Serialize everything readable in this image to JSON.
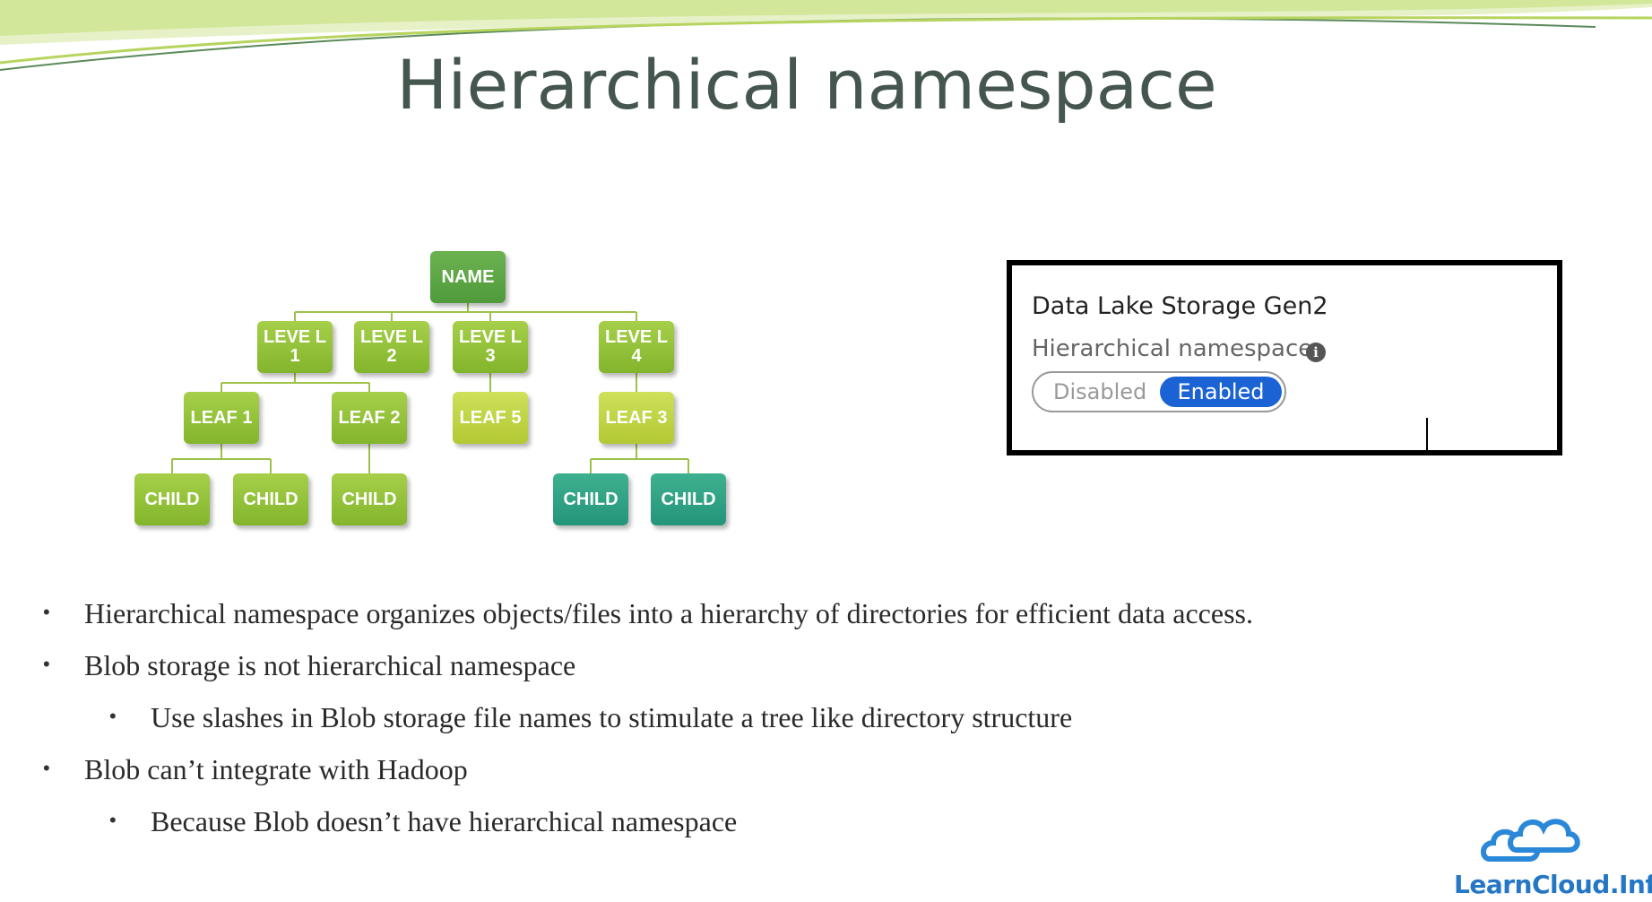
{
  "slide": {
    "title": "Hierarchical namespace"
  },
  "tree": {
    "nodes": [
      {
        "id": "name",
        "label": "NAME",
        "style": "root"
      },
      {
        "id": "l1",
        "label": "LEVE L 1",
        "style": "green"
      },
      {
        "id": "l2",
        "label": "LEVE L 2",
        "style": "green"
      },
      {
        "id": "l3",
        "label": "LEVE L 3",
        "style": "green"
      },
      {
        "id": "l4",
        "label": "LEVE L 4",
        "style": "green"
      },
      {
        "id": "leaf1",
        "label": "LEAF 1",
        "style": "green"
      },
      {
        "id": "leaf2",
        "label": "LEAF 2",
        "style": "green"
      },
      {
        "id": "leaf5",
        "label": "LEAF 5",
        "style": "yellow"
      },
      {
        "id": "leaf3",
        "label": "LEAF 3",
        "style": "yellow"
      },
      {
        "id": "c1",
        "label": "CHILD",
        "style": "green"
      },
      {
        "id": "c2",
        "label": "CHILD",
        "style": "green"
      },
      {
        "id": "c3",
        "label": "CHILD",
        "style": "green"
      },
      {
        "id": "c4",
        "label": "CHILD",
        "style": "teal"
      },
      {
        "id": "c5",
        "label": "CHILD",
        "style": "teal"
      }
    ],
    "edges": [
      [
        "name",
        "l1"
      ],
      [
        "name",
        "l2"
      ],
      [
        "name",
        "l3"
      ],
      [
        "name",
        "l4"
      ],
      [
        "l1",
        "leaf1"
      ],
      [
        "l1",
        "leaf2"
      ],
      [
        "l3",
        "leaf5"
      ],
      [
        "l4",
        "leaf3"
      ],
      [
        "leaf1",
        "c1"
      ],
      [
        "leaf1",
        "c2"
      ],
      [
        "leaf2",
        "c3"
      ],
      [
        "leaf3",
        "c4"
      ],
      [
        "leaf3",
        "c5"
      ]
    ],
    "line_color": "#9cc24a"
  },
  "panel": {
    "title": "Data Lake Storage Gen2",
    "setting_label": "Hierarchical namespace",
    "info_icon": "info-icon",
    "toggle": {
      "off_label": "Disabled",
      "on_label": "Enabled",
      "selected": "Enabled"
    }
  },
  "bullets": [
    {
      "level": 1,
      "text": "Hierarchical namespace organizes objects/files into a hierarchy of directories for efficient data access."
    },
    {
      "level": 1,
      "text": "Blob storage is not hierarchical namespace"
    },
    {
      "level": 2,
      "text": "Use slashes in Blob storage file names to stimulate a tree like directory structure"
    },
    {
      "level": 1,
      "text": "Blob can’t integrate with Hadoop"
    },
    {
      "level": 2,
      "text": "Because Blob doesn’t have hierarchical namespace"
    }
  ],
  "logo": {
    "text": "LearnCloud.Info",
    "icon": "cloud-icon",
    "color": "#2577c6"
  },
  "colors": {
    "title": "#44564e",
    "toggle_on": "#1b63d4",
    "root_node": "#5aa543",
    "green_node": "#94c23b",
    "yellow_node": "#c2d346",
    "teal_node": "#2ea283"
  }
}
